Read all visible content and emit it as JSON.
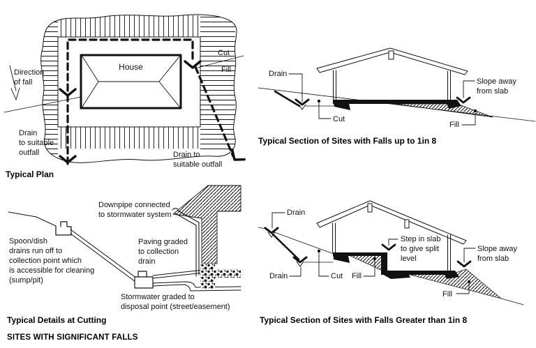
{
  "page_title": "SITES WITH SIGNIFICANT FALLS",
  "ink_color": "#111111",
  "diagrams": {
    "plan": {
      "caption": "Typical Plan",
      "labels": {
        "house": "House",
        "direction_of_fall": "Direction\nof fall",
        "cut": "Cut",
        "fill": "Fill",
        "drain_left": "Drain\nto suitable\noutfall",
        "drain_right": "Drain to\nsuitable outfall"
      }
    },
    "section_up_to_1in8": {
      "caption": "Typical Section of Sites with Falls up to 1in 8",
      "labels": {
        "drain": "Drain",
        "cut": "Cut",
        "fill": "Fill",
        "slope_away": "Slope away\nfrom slab"
      }
    },
    "cutting": {
      "caption": "Typical Details at Cutting",
      "labels": {
        "downpipe": "Downpipe connected\nto stormwater system",
        "spoon": "Spoon/dish\ndrains run off to\ncollection point which\nis accessible for cleaning\n(sump/pit)",
        "paving": "Paving graded\nto collection\ndrain",
        "stormwater": "Stormwater graded to\ndisposal point (street/easement)"
      }
    },
    "section_greater_1in8": {
      "caption": "Typical Section of Sites with Falls Greater than 1in 8",
      "labels": {
        "drain_top": "Drain",
        "drain_bottom": "Drain",
        "cut": "Cut",
        "fill_mid": "Fill",
        "step": "Step in slab\nto give split\nlevel",
        "slope_away": "Slope away\nfrom slab",
        "fill_right": "Fill"
      }
    }
  }
}
